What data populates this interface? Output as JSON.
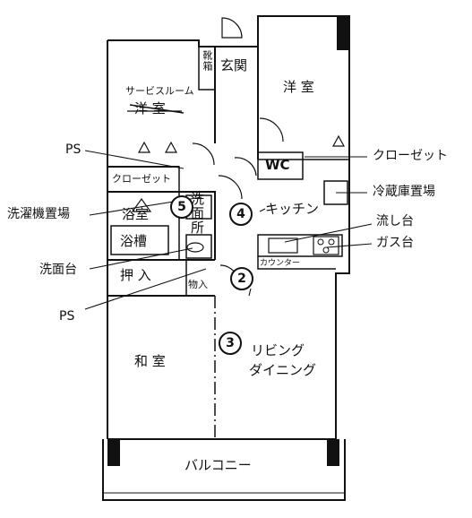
{
  "rooms": {
    "service_room": "サービスルーム",
    "service_room_struck": "洋 室",
    "western_room": "洋 室",
    "entrance": "玄関",
    "shoe_box": "靴箱",
    "closet_small": "クローゼット",
    "bathroom": "浴室",
    "bathtub": "浴槽",
    "washroom": "洗面所",
    "wc": "WC",
    "kitchen": "キッチン",
    "closet_push": "押 入",
    "storage": "物入",
    "japanese_room": "和 室",
    "living_dining_1": "リビング",
    "living_dining_2": "ダイニング",
    "counter": "カウンター",
    "balcony": "バルコニー"
  },
  "callouts": {
    "ps_top": "PS",
    "washing_machine": "洗濯機置場",
    "vanity": "洗面台",
    "ps_bottom": "PS",
    "closet": "クローゼット",
    "fridge": "冷蔵庫置場",
    "sink": "流し台",
    "gas": "ガス台"
  },
  "markers": [
    "2",
    "3",
    "4",
    "5"
  ]
}
